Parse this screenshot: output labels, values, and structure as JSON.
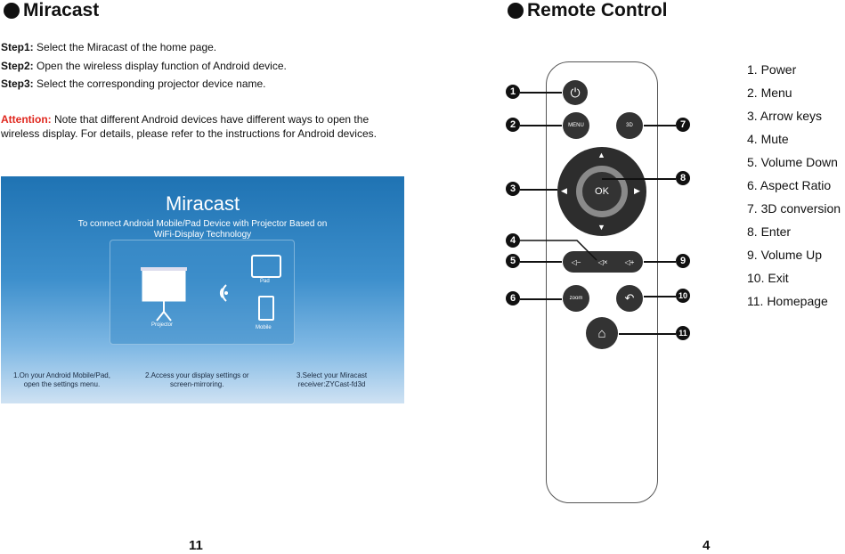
{
  "left": {
    "heading": "Miracast",
    "steps": [
      {
        "label": "Step1:",
        "text": " Select the Miracast of the home page."
      },
      {
        "label": "Step2:",
        "text": " Open the wireless display function of Android device."
      },
      {
        "label": "Step3:",
        "text": " Select the corresponding projector device name."
      }
    ],
    "attention_label": "Attention:",
    "attention_text": " Note that different Android devices have different ways to open the wireless display. For details, please refer to the instructions for Android devices.",
    "screenshot": {
      "title": "Miracast",
      "subtitle_1": "To connect Android Mobile/Pad Device with Projector Based on",
      "subtitle_2": "WiFi-Display Technology",
      "projector_label": "Projector",
      "pad_label": "Pad",
      "mobile_label": "Mobile",
      "instr_1a": "1.On your Android Mobile/Pad,",
      "instr_1b": "open the settings menu.",
      "instr_2a": "2.Access your display settings or",
      "instr_2b": "screen-mirroring.",
      "instr_3a": "3.Select your Miracast",
      "instr_3b": "receiver:ZYCast-fd3d"
    },
    "page_number": "11"
  },
  "right": {
    "heading": "Remote Control",
    "buttons": {
      "menu": "MENU",
      "three_d": "3D",
      "ok": "OK",
      "vol_down": "◁−",
      "mute": "◁×",
      "vol_up": "◁+",
      "zoom": "zoom",
      "back": "↶",
      "home": "⌂",
      "power": "⏻"
    },
    "callouts": [
      "1",
      "2",
      "3",
      "4",
      "5",
      "6",
      "7",
      "8",
      "9",
      "10",
      "11"
    ],
    "legend": [
      "1. Power",
      "2. Menu",
      "3. Arrow keys",
      "4. Mute",
      "5. Volume Down",
      "6. Aspect Ratio",
      "7. 3D conversion",
      "8. Enter",
      "9. Volume Up",
      "10. Exit",
      "11. Homepage"
    ],
    "page_number": "4"
  }
}
